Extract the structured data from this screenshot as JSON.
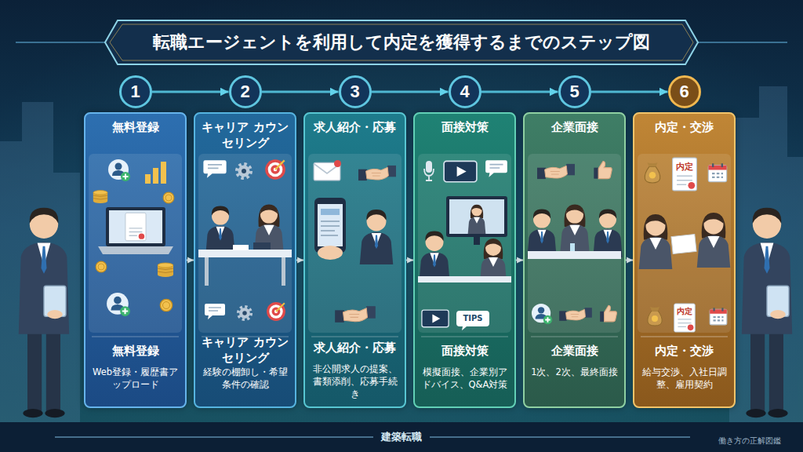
{
  "diagram": {
    "title": "転職エージェントを利用して内定を獲得するまでのステップ図",
    "nodes": [
      {
        "text": [
          "1"
        ]
      },
      {
        "text": [
          "2"
        ]
      },
      {
        "text": [
          "3"
        ]
      },
      {
        "text": [
          "4"
        ]
      },
      {
        "text": [
          "5"
        ]
      },
      {
        "text": [
          "6"
        ]
      },
      {
        "text": [
          "無料登録",
          "無料登録",
          "Web登録・履歴書アップロード"
        ]
      },
      {
        "text": [
          "キャリア カウンセリング",
          "キャリア カウンセリング",
          "経験の棚卸し・希望条件の確認"
        ]
      },
      {
        "text": [
          "求人紹介・応募",
          "求人紹介・応募",
          "非公開求人の提案、書類添削、応募手続き"
        ]
      },
      {
        "text": [
          "面接対策",
          "面接対策",
          "模擬面接、企業別アドバイス、Q&A対策"
        ]
      },
      {
        "text": [
          "企業面接",
          "企業面接",
          "1次、2次、最終面接"
        ]
      },
      {
        "text": [
          "内定・交渉",
          "内定・交渉",
          "給与交渉、入社日調整、雇用契約"
        ]
      }
    ],
    "edges": [
      {
        "from": 0,
        "to": 1,
        "arrow": "to"
      },
      {
        "from": 1,
        "to": 2,
        "arrow": "to"
      },
      {
        "from": 2,
        "to": 3,
        "arrow": "to"
      },
      {
        "from": 3,
        "to": 4,
        "arrow": "to"
      },
      {
        "from": 4,
        "to": 5,
        "arrow": "to"
      },
      {
        "from": 6,
        "to": 7,
        "arrow": "to"
      },
      {
        "from": 7,
        "to": 8,
        "arrow": "to"
      },
      {
        "from": 8,
        "to": 9,
        "arrow": "to"
      },
      {
        "from": 9,
        "to": 10,
        "arrow": "to"
      },
      {
        "from": 10,
        "to": 11,
        "arrow": "to"
      }
    ],
    "labels": [
      "TIPS",
      "内定",
      "内定",
      "建築転職",
      "働き方の正解図鑑"
    ]
  }
}
